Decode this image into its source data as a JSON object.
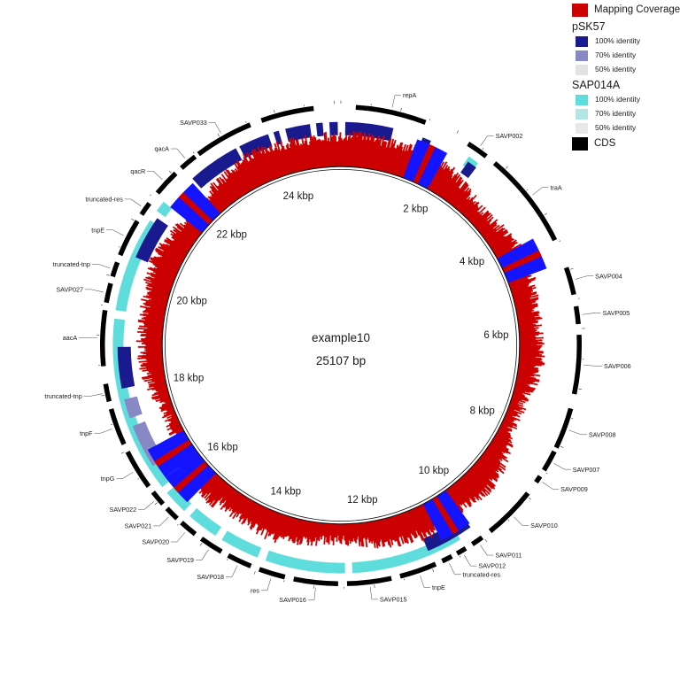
{
  "figure": {
    "center_name": "example10",
    "center_size": "25107 bp",
    "genome_length_bp": 25107
  },
  "legend": {
    "coverage": {
      "label": "Mapping Coverage",
      "color": "#cc0000"
    },
    "groups": [
      {
        "name": "pSK57",
        "items": [
          {
            "label": "100% identity",
            "color": "#1a1a8f"
          },
          {
            "label": "70% identity",
            "color": "#8888c4"
          },
          {
            "label": "50% identity",
            "color": "#e2e2e2"
          }
        ]
      },
      {
        "name": "SAP014A",
        "items": [
          {
            "label": "100% identity",
            "color": "#5fdcdc"
          },
          {
            "label": "70% identity",
            "color": "#b5e6e6"
          },
          {
            "label": "50% identity",
            "color": "#e8e8e8"
          }
        ]
      }
    ],
    "cds": {
      "label": "CDS",
      "color": "#000000"
    }
  },
  "axis": {
    "unit": "kbp",
    "ticks": [
      {
        "label": "2 kbp",
        "kb": 2
      },
      {
        "label": "4 kbp",
        "kb": 4
      },
      {
        "label": "6 kbp",
        "kb": 6
      },
      {
        "label": "8 kbp",
        "kb": 8
      },
      {
        "label": "10 kbp",
        "kb": 10
      },
      {
        "label": "12 kbp",
        "kb": 12
      },
      {
        "label": "14 kbp",
        "kb": 14
      },
      {
        "label": "16 kbp",
        "kb": 16
      },
      {
        "label": "18 kbp",
        "kb": 18
      },
      {
        "label": "20 kbp",
        "kb": 20
      },
      {
        "label": "22 kbp",
        "kb": 22
      },
      {
        "label": "24 kbp",
        "kb": 24
      }
    ]
  },
  "chart_data": {
    "type": "circular-genome-comparison",
    "title": "example10",
    "subtitle": "25107 bp",
    "genome_length_bp": 25107,
    "direction": "clockwise",
    "start_angle_deg": -90,
    "rings": [
      {
        "name": "CDS",
        "ring_index": 0,
        "color": "#000000",
        "radius_frac": 0.985,
        "thickness_frac": 0.022,
        "features": [
          {
            "name": "SAVP033",
            "start_kb": 22.55,
            "end_kb": 23.55
          },
          {
            "name": "",
            "start_kb": 23.75,
            "end_kb": 24.65
          },
          {
            "name": "repA",
            "start_kb": 0.25,
            "end_kb": 1.45
          },
          {
            "name": "SAVP002",
            "start_kb": 2.25,
            "end_kb": 2.62
          },
          {
            "name": "traA",
            "start_kb": 2.8,
            "end_kb": 4.45
          },
          {
            "name": "SAVP004",
            "start_kb": 4.95,
            "end_kb": 5.42
          },
          {
            "name": "SAVP005",
            "start_kb": 5.62,
            "end_kb": 5.92
          },
          {
            "name": "SAVP006",
            "start_kb": 6.1,
            "end_kb": 7.1
          },
          {
            "name": "SAVP008",
            "start_kb": 7.35,
            "end_kb": 8.05
          },
          {
            "name": "SAVP007",
            "start_kb": 8.12,
            "end_kb": 8.48
          },
          {
            "name": "SAVP009",
            "start_kb": 8.6,
            "end_kb": 8.72
          },
          {
            "name": "SAVP010",
            "start_kb": 8.95,
            "end_kb": 9.85
          },
          {
            "name": "SAVP011",
            "start_kb": 10.02,
            "end_kb": 10.22
          },
          {
            "name": "SAVP012",
            "start_kb": 10.35,
            "end_kb": 10.52
          },
          {
            "name": "truncated-res",
            "start_kb": 10.62,
            "end_kb": 10.8
          },
          {
            "name": "tnpE",
            "start_kb": 10.92,
            "end_kb": 11.55
          },
          {
            "name": "SAVP015",
            "start_kb": 11.7,
            "end_kb": 12.45
          },
          {
            "name": "SAVP016",
            "start_kb": 12.6,
            "end_kb": 13.35
          },
          {
            "name": "res",
            "start_kb": 13.5,
            "end_kb": 13.95
          },
          {
            "name": "SAVP018",
            "start_kb": 14.1,
            "end_kb": 14.52
          },
          {
            "name": "SAVP019",
            "start_kb": 14.65,
            "end_kb": 15.05
          },
          {
            "name": "SAVP020",
            "start_kb": 15.18,
            "end_kb": 15.48
          },
          {
            "name": "SAVP021",
            "start_kb": 15.58,
            "end_kb": 15.82
          },
          {
            "name": "SAVP022",
            "start_kb": 15.92,
            "end_kb": 16.18
          },
          {
            "name": "tnpG",
            "start_kb": 16.3,
            "end_kb": 16.98
          },
          {
            "name": "tnpF",
            "start_kb": 17.12,
            "end_kb": 17.75
          },
          {
            "name": "truncated-tnp",
            "start_kb": 17.88,
            "end_kb": 18.18
          },
          {
            "name": "aacA",
            "start_kb": 18.48,
            "end_kb": 19.42
          },
          {
            "name": "SAVP027",
            "start_kb": 19.55,
            "end_kb": 19.88
          },
          {
            "name": "truncated-tnp",
            "start_kb": 20.0,
            "end_kb": 20.25
          },
          {
            "name": "tnpE",
            "start_kb": 20.38,
            "end_kb": 21.02
          },
          {
            "name": "truncated-res",
            "start_kb": 21.15,
            "end_kb": 21.38
          },
          {
            "name": "qacR",
            "start_kb": 21.6,
            "end_kb": 22.05
          },
          {
            "name": "qacA",
            "start_kb": 22.18,
            "end_kb": 22.48
          }
        ]
      },
      {
        "name": "pSK57",
        "ring_index": 1,
        "color": "#1a1a8f",
        "radius_frac": 0.895,
        "thickness_frac": 0.042,
        "blocks": [
          {
            "start_kb": 22.2,
            "end_kb": 23.15,
            "identity": 100
          },
          {
            "start_kb": 23.22,
            "end_kb": 23.78,
            "identity": 100
          },
          {
            "start_kb": 23.88,
            "end_kb": 23.98,
            "identity": 100
          },
          {
            "start_kb": 24.1,
            "end_kb": 24.55,
            "identity": 100
          },
          {
            "start_kb": 24.66,
            "end_kb": 24.78,
            "identity": 100
          },
          {
            "start_kb": 24.9,
            "end_kb": 25.05,
            "identity": 100
          },
          {
            "start_kb": 0.08,
            "end_kb": 0.95,
            "identity": 100
          },
          {
            "start_kb": 1.5,
            "end_kb": 1.66,
            "identity": 100
          },
          {
            "start_kb": 2.42,
            "end_kb": 2.6,
            "identity": 100
          },
          {
            "start_kb": 10.08,
            "end_kb": 10.95,
            "identity": 100
          },
          {
            "start_kb": 16.55,
            "end_kb": 17.35,
            "identity": 70
          },
          {
            "start_kb": 17.5,
            "end_kb": 17.85,
            "identity": 70
          },
          {
            "start_kb": 18.05,
            "end_kb": 18.8,
            "identity": 100
          },
          {
            "start_kb": 20.45,
            "end_kb": 21.25,
            "identity": 100
          }
        ]
      },
      {
        "name": "SAP014A",
        "ring_index": 2,
        "color": "#5fdcdc",
        "radius_frac": 0.925,
        "thickness_frac": 0.034,
        "blocks": [
          {
            "start_kb": 10.35,
            "end_kb": 12.35,
            "identity": 100
          },
          {
            "start_kb": 12.48,
            "end_kb": 13.9,
            "identity": 100
          },
          {
            "start_kb": 14.05,
            "end_kb": 14.75,
            "identity": 100
          },
          {
            "start_kb": 14.88,
            "end_kb": 15.45,
            "identity": 100
          },
          {
            "start_kb": 15.58,
            "end_kb": 16.02,
            "identity": 100
          },
          {
            "start_kb": 16.15,
            "end_kb": 19.3,
            "identity": 100
          },
          {
            "start_kb": 19.45,
            "end_kb": 21.15,
            "identity": 100
          },
          {
            "start_kb": 21.35,
            "end_kb": 21.55,
            "identity": 100
          },
          {
            "start_kb": 2.38,
            "end_kb": 2.58,
            "identity": 100
          }
        ]
      },
      {
        "name": "Mapping Coverage",
        "ring_index": 3,
        "color": "#cc0000",
        "radius_frac": 0.7,
        "thickness_frac": 0.135,
        "baseline_note": "histogram drawn outward from inner genome circle"
      },
      {
        "name": "Coverage highlight",
        "ring_index": 4,
        "color": "#1414ff",
        "spikes_kb": [
          1.72,
          4.55,
          10.35,
          15.95,
          16.55,
          21.85
        ]
      }
    ],
    "gene_labels": [
      {
        "text": "SAVP033",
        "kb": 23.05
      },
      {
        "text": "repA",
        "kb": 0.85
      },
      {
        "text": "SAVP002",
        "kb": 2.44
      },
      {
        "text": "traA",
        "kb": 3.62
      },
      {
        "text": "SAVP004",
        "kb": 5.18
      },
      {
        "text": "SAVP005",
        "kb": 5.77
      },
      {
        "text": "SAVP006",
        "kb": 6.6
      },
      {
        "text": "SAVP008",
        "kb": 7.7
      },
      {
        "text": "SAVP007",
        "kb": 8.3
      },
      {
        "text": "SAVP009",
        "kb": 8.66
      },
      {
        "text": "SAVP010",
        "kb": 9.4
      },
      {
        "text": "SAVP011",
        "kb": 10.12
      },
      {
        "text": "SAVP012",
        "kb": 10.43
      },
      {
        "text": "truncated-res",
        "kb": 10.71
      },
      {
        "text": "tnpE",
        "kb": 11.23
      },
      {
        "text": "SAVP015",
        "kb": 12.07
      },
      {
        "text": "SAVP016",
        "kb": 12.97
      },
      {
        "text": "res",
        "kb": 13.72
      },
      {
        "text": "SAVP018",
        "kb": 14.31
      },
      {
        "text": "SAVP019",
        "kb": 14.85
      },
      {
        "text": "SAVP020",
        "kb": 15.33
      },
      {
        "text": "SAVP021",
        "kb": 15.7
      },
      {
        "text": "SAVP022",
        "kb": 16.05
      },
      {
        "text": "tnpG",
        "kb": 16.64
      },
      {
        "text": "tnpF",
        "kb": 17.43
      },
      {
        "text": "truncated-tnp",
        "kb": 18.03
      },
      {
        "text": "aacA",
        "kb": 18.95
      },
      {
        "text": "SAVP027",
        "kb": 19.71
      },
      {
        "text": "truncated-tnp",
        "kb": 20.12
      },
      {
        "text": "tnpE",
        "kb": 20.7
      },
      {
        "text": "truncated-res",
        "kb": 21.26
      },
      {
        "text": "qacR",
        "kb": 21.82
      },
      {
        "text": "qacA",
        "kb": 22.33
      }
    ]
  }
}
